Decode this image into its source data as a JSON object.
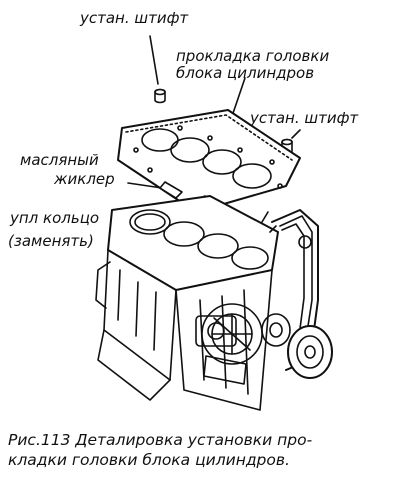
{
  "labels": {
    "dowel_top": "устан. штифт",
    "gasket_line1": "прокладка головки",
    "gasket_line2": "блока цилиндров",
    "dowel_right": "устан. штифт",
    "oil_jet_line1": "масляный",
    "oil_jet_line2": "жиклер",
    "seal_line1": "упл кольцо",
    "seal_line2": "(заменять)"
  },
  "caption": {
    "line1": "Рис.113  Деталировка  установки  про-",
    "line2": "кладки головки блока цилиндров."
  },
  "colors": {
    "ink": "#111111",
    "paper": "#ffffff"
  }
}
